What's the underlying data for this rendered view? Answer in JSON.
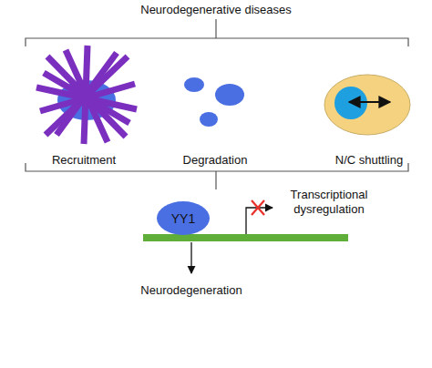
{
  "diagram": {
    "title": "Neurodegenerative diseases",
    "nodes": [
      {
        "text": [
          "YY1"
        ]
      }
    ],
    "labels": [
      "Recruitment",
      "Degradation",
      "N/C shuttling",
      "Transcriptional dysregulation",
      "Neurodegeneration"
    ]
  }
}
